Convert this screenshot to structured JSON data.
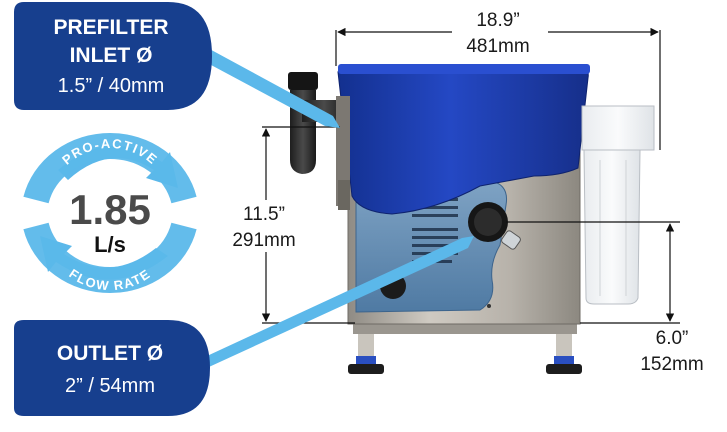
{
  "callouts": {
    "prefilter": {
      "line1": "PREFILTER",
      "line2": "INLET Ø",
      "line3": "1.5” / 40mm"
    },
    "outlet": {
      "line1": "OUTLET Ø",
      "line2": "2” / 54mm"
    }
  },
  "flow_badge": {
    "value": "1.85",
    "unit": "L/s",
    "arc_top": "PRO-ACTIVE",
    "arc_bottom": "FLOW RATE"
  },
  "dimensions": {
    "width": {
      "in": "18.9”",
      "mm": "481mm"
    },
    "height": {
      "in": "11.5”",
      "mm": "291mm"
    },
    "outlet_height": {
      "in": "6.0”",
      "mm": "152mm"
    }
  },
  "colors": {
    "callout_fill": "#173f8e",
    "arrow_light_blue": "#5bb8ea",
    "tank_blue": "#1c3fb0",
    "steel": "#b8b4ac"
  }
}
